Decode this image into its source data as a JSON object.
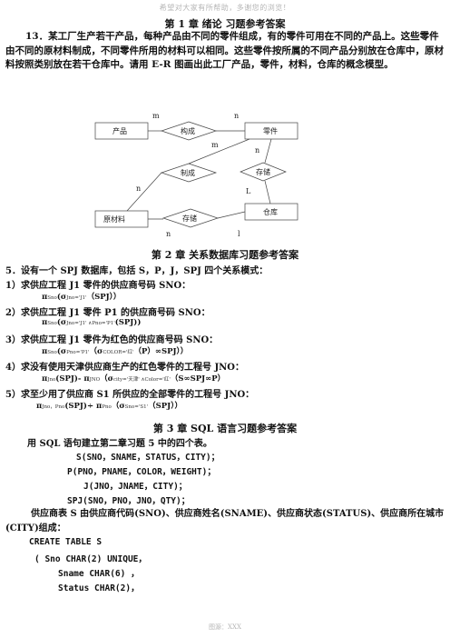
{
  "top_note": "希望对大家有所帮助，多谢您的浏览！",
  "ch1": {
    "title": "第 1 章  绪论  习题参考答案",
    "question": "13．某工厂生产若干产品，每种产品由不同的零件组成，有的零件可用在不同的产品上。这些零件由不同的原材料制成，不同零件所用的材料可以相同。这些零件按所属的不同产品分别放在仓库中，原材料按照类别放在若干仓库中。请用 E-R 图画出此工厂产品，零件，材料，仓库的概念模型。"
  },
  "er": {
    "entities": {
      "product": "产品",
      "part": "零件",
      "material": "原材料",
      "warehouse": "仓库"
    },
    "relations": {
      "compose": "构成",
      "make": "制成",
      "store1": "存储",
      "store2": "存储"
    },
    "cards": {
      "m1": "m",
      "n1": "n",
      "m2": "m",
      "n2": "n",
      "n3": "n",
      "L1": "L",
      "n4": "n",
      "l2": "l"
    }
  },
  "ch2": {
    "title": "第 2 章  关系数据库习题参考答案",
    "q5": "5．设有一个 SPJ 数据库，包括 S，P，J，SPJ 四个关系模式：",
    "q1": "1）求供应工程 J1 零件的供应商号码 SNO：",
    "a1": {
      "pi": "π",
      "sub": "Sno",
      "rest": "(σ",
      "sub2": "Jno='J1'",
      "tail": "（SPJ））"
    },
    "q2": "2）求供应工程 J1 零件 P1 的供应商号码 SNO：",
    "a2": {
      "pi": "π",
      "sub": "Sno",
      "rest": "(σ",
      "sub2": "Jno='J1' ∧Pno='P1'",
      "tail": "(SPJ))"
    },
    "q3": "3）求供应工程 J1 零件为红色的供应商号码 SNO：",
    "a3": {
      "pi": "π",
      "sub": "Sno",
      "rest": "(σ",
      "sub2": "Pno='P1'",
      "mid": "（σ",
      "sub3": "COLOR='红'",
      "tail": "（P）∞SPJ））"
    },
    "q4": "4）求没有使用天津供应商生产的红色零件的工程号 JNO：",
    "a4": {
      "pi": "π",
      "sub": "Jno",
      "mid": "(SPJ)- π",
      "sub2": "JNO",
      "mid2": "（σ",
      "sub3": "city='天津' ∧Color='红'",
      "tail": "（S∞SPJ∞P）"
    },
    "q5b": "5）求至少用了供应商 S1 所供应的全部零件的工程号 JNO：",
    "a5": {
      "pi": "π",
      "sub": "Jno，Pno",
      "mid": "(SPJ)÷  π",
      "sub2": "Pno",
      "mid2": "（σ",
      "sub3": "Sno='S1'",
      "tail": "（SPJ））"
    }
  },
  "ch3": {
    "title": "第 3 章  SQL 语言习题参考答案",
    "intro": "用 SQL 语句建立第二章习题 5 中的四个表。",
    "s": "S(SNO，SNAME，STATUS，CITY)；",
    "p": "P(PNO，PNAME，COLOR，WEIGHT)；",
    "j": "J(JNO，JNAME，CITY)；",
    "spj": "SPJ(SNO，PNO，JNO，QTY)；",
    "desc": "供应商表 S 由供应商代码(SNO)、供应商姓名(SNAME)、供应商状态(STATUS)、供应商所在城市(CITY)组成：",
    "create": "CREATE TABLE S",
    "col1": "(   Sno CHAR(2) UNIQUE，",
    "col2": "Sname CHAR(6) ，",
    "col3": "Status  CHAR(2)，"
  },
  "footer": "图源：XXX"
}
